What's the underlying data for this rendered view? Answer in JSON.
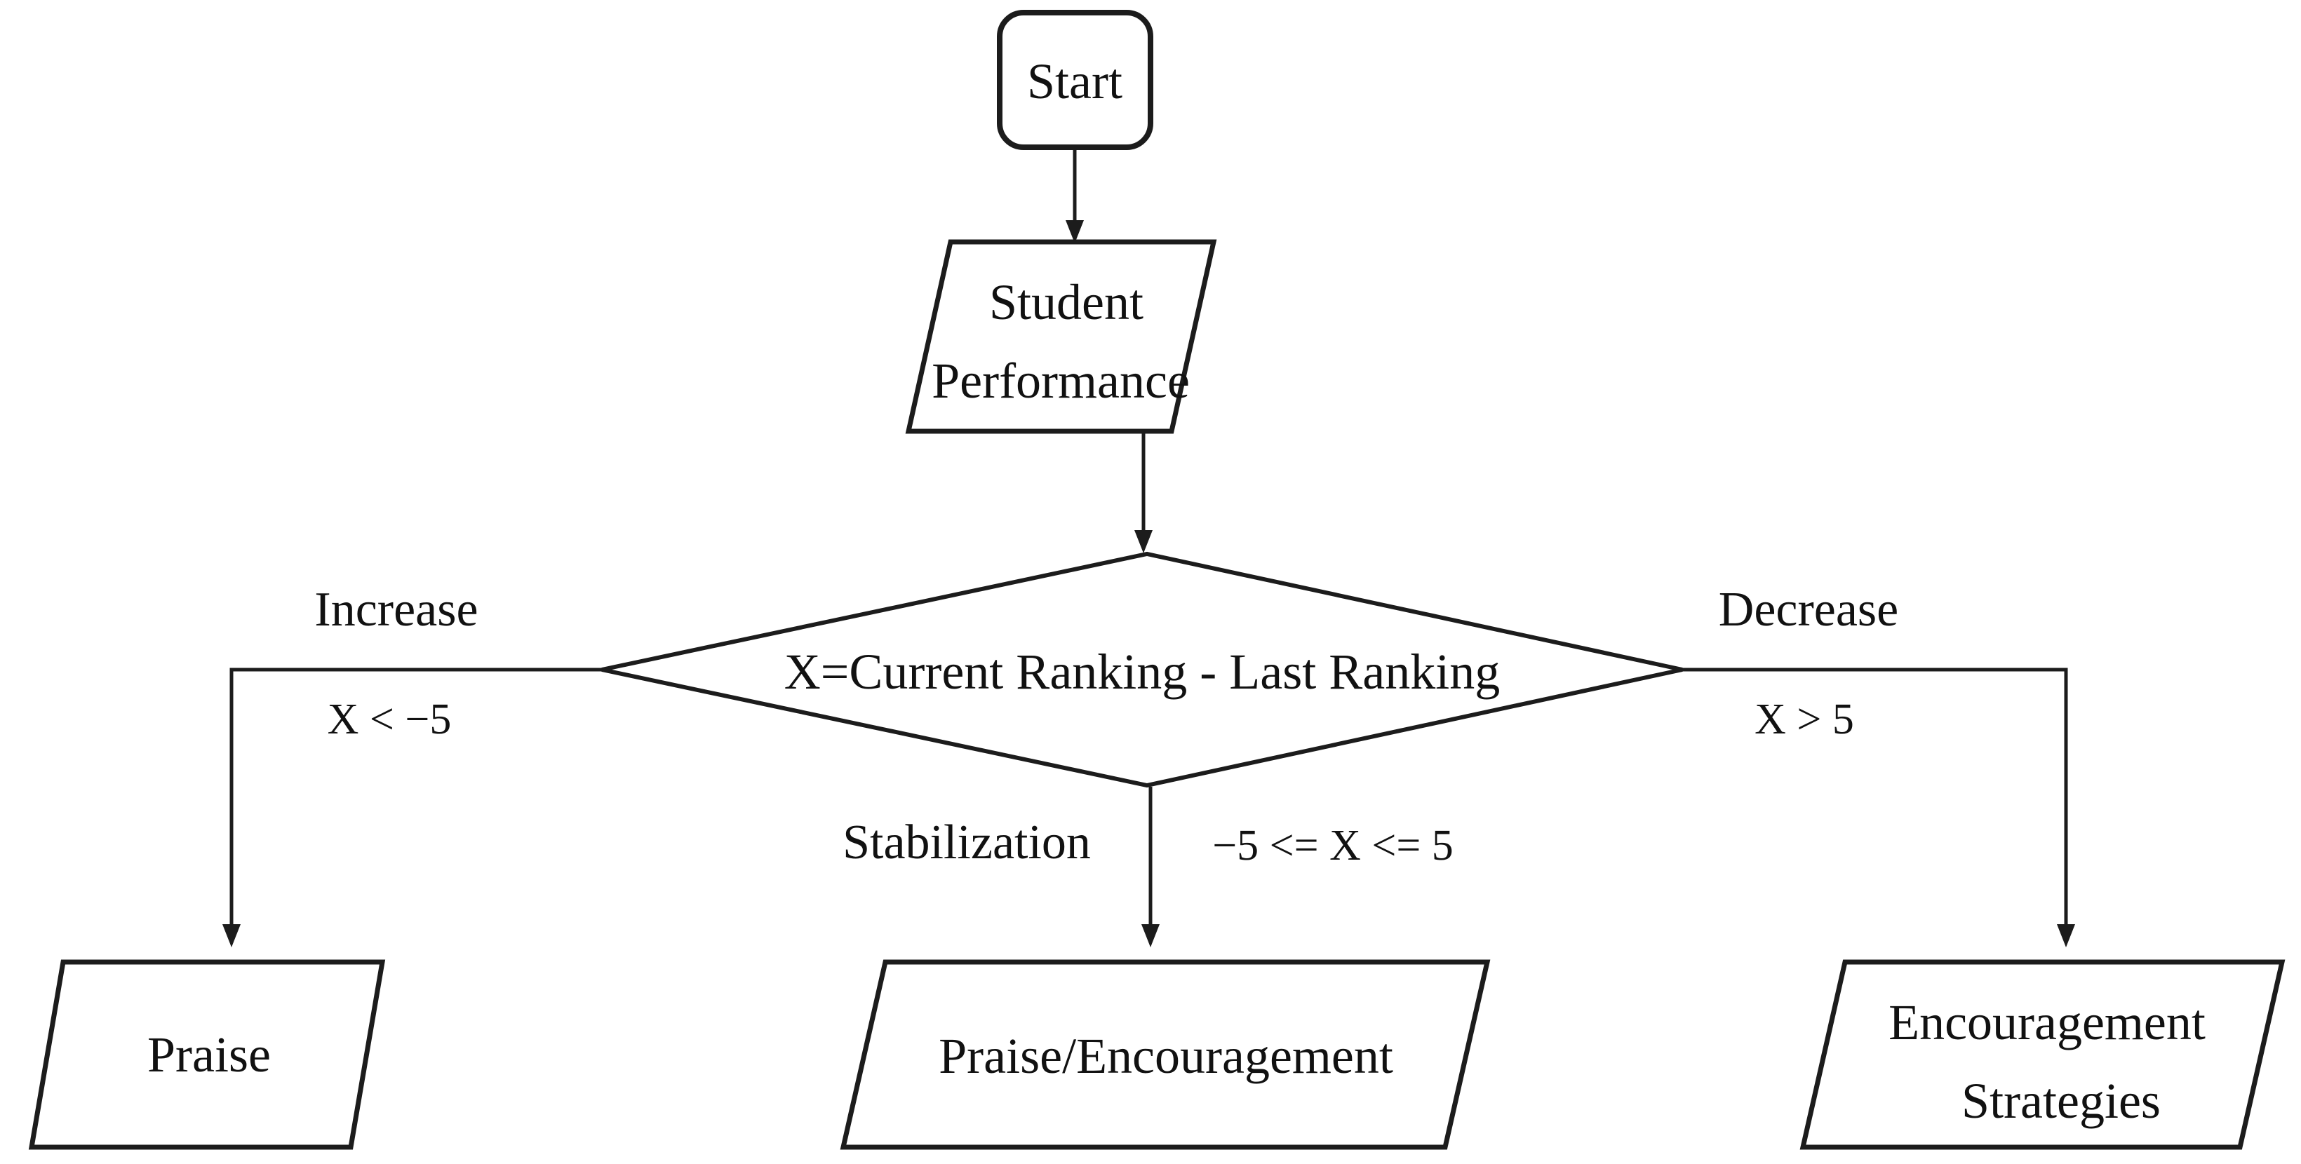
{
  "diagram": {
    "title": "Student performance feedback flowchart",
    "colors": {
      "background": "#ffffff",
      "stroke": "#1c1c1c",
      "text": "#111111",
      "node_fill": "#ffffff"
    },
    "nodes": {
      "start": {
        "type": "terminator",
        "label": "Start"
      },
      "student_performance": {
        "type": "input-output",
        "label": "Student Performance",
        "lines": [
          "Student",
          "Performance"
        ]
      },
      "decision": {
        "type": "decision",
        "label": "X=Current Ranking - Last Ranking"
      },
      "praise": {
        "type": "input-output",
        "label": "Praise"
      },
      "praise_encouragement": {
        "type": "input-output",
        "label": "Praise/Encouragement"
      },
      "encouragement_strategies": {
        "type": "input-output",
        "label": "Encouragement Strategies",
        "lines": [
          "Encouragement",
          "Strategies"
        ]
      }
    },
    "branches": {
      "increase": {
        "label": "Increase",
        "condition": "X < −5"
      },
      "stabilization": {
        "label": "Stabilization",
        "condition": "−5 <= X <= 5"
      },
      "decrease": {
        "label": "Decrease",
        "condition": "X > 5"
      }
    }
  }
}
